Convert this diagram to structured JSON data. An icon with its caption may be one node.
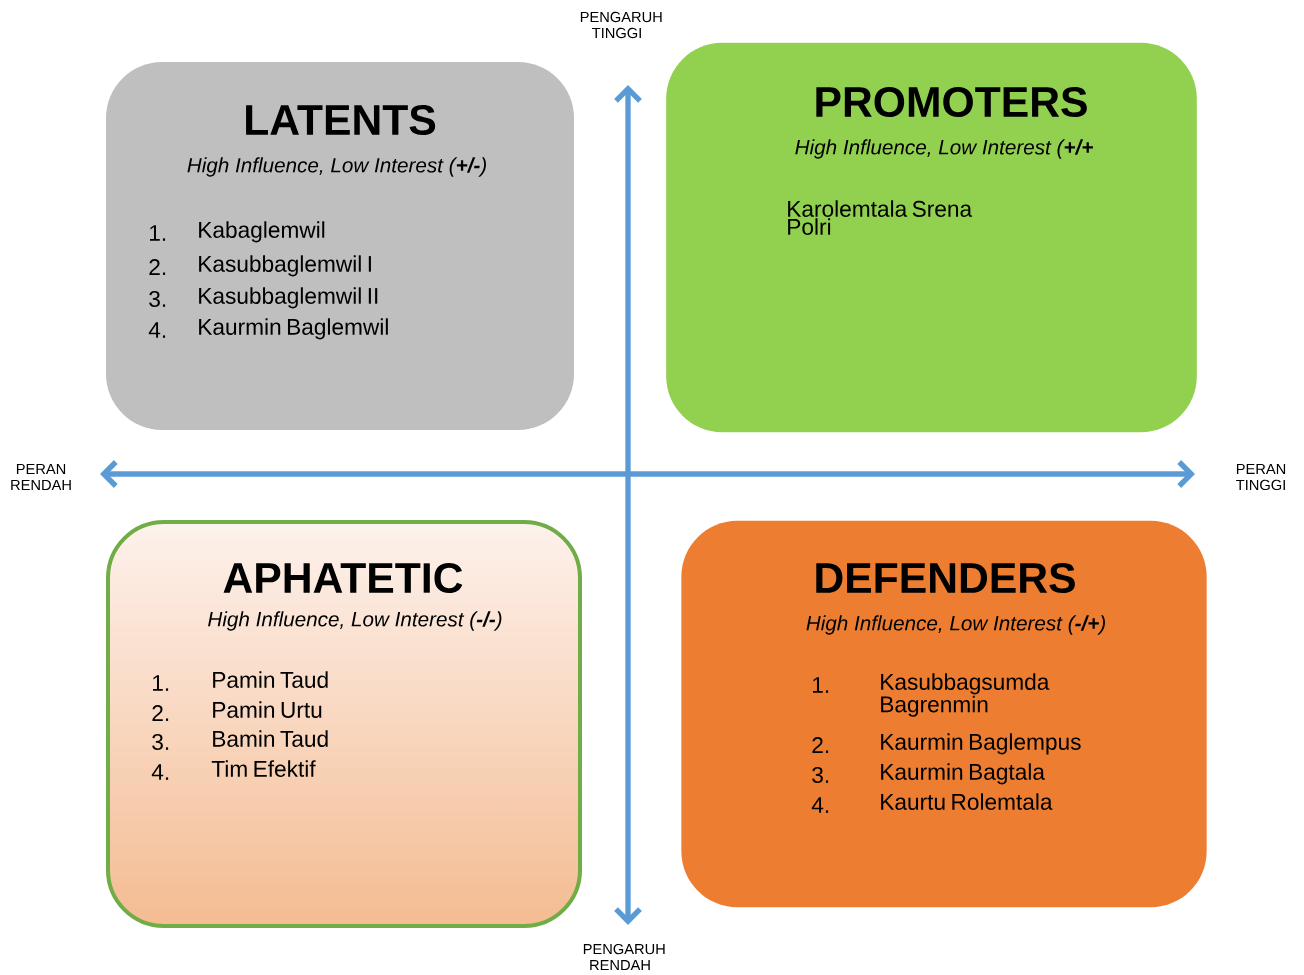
{
  "diagram": {
    "nodes": [
      {
        "text": [
          "LATENTS",
          "High Influence, Low Interest (**+/-**)",
          "1.",
          "Kabaglemwil",
          "2.",
          "Kasubbaglemwil I",
          "3.",
          "Kasubbaglemwil II",
          "4.",
          "Kaurmin Baglemwil"
        ]
      },
      {
        "text": [
          "PROMOTERS",
          "High Influence, Low Interest (**+/+**",
          "Karolemtala Srena Polri"
        ]
      },
      {
        "text": [
          "APHATETIC",
          "High Influence, Low Interest (**-/-**)",
          "1.",
          "Pamin Taud",
          "2.",
          "Pamin Urtu",
          "3.",
          "Bamin Taud",
          "4.",
          "Tim Efektif"
        ]
      },
      {
        "text": [
          "DEFENDERS",
          "High Influence, Low Interest (**-/+**)",
          "1.",
          "Kasubbagsumda Bagrenmin",
          "2.",
          "Kaurmin Baglempus",
          "3.",
          "Kaurmin Bagtala",
          "4.",
          "Kaurtu Rolemtala"
        ]
      }
    ],
    "labels": [
      "PENGARUH TINGGI",
      "PERAN RENDAH",
      "PERAN TINGGI",
      "PENGARUH RENDAH"
    ]
  }
}
